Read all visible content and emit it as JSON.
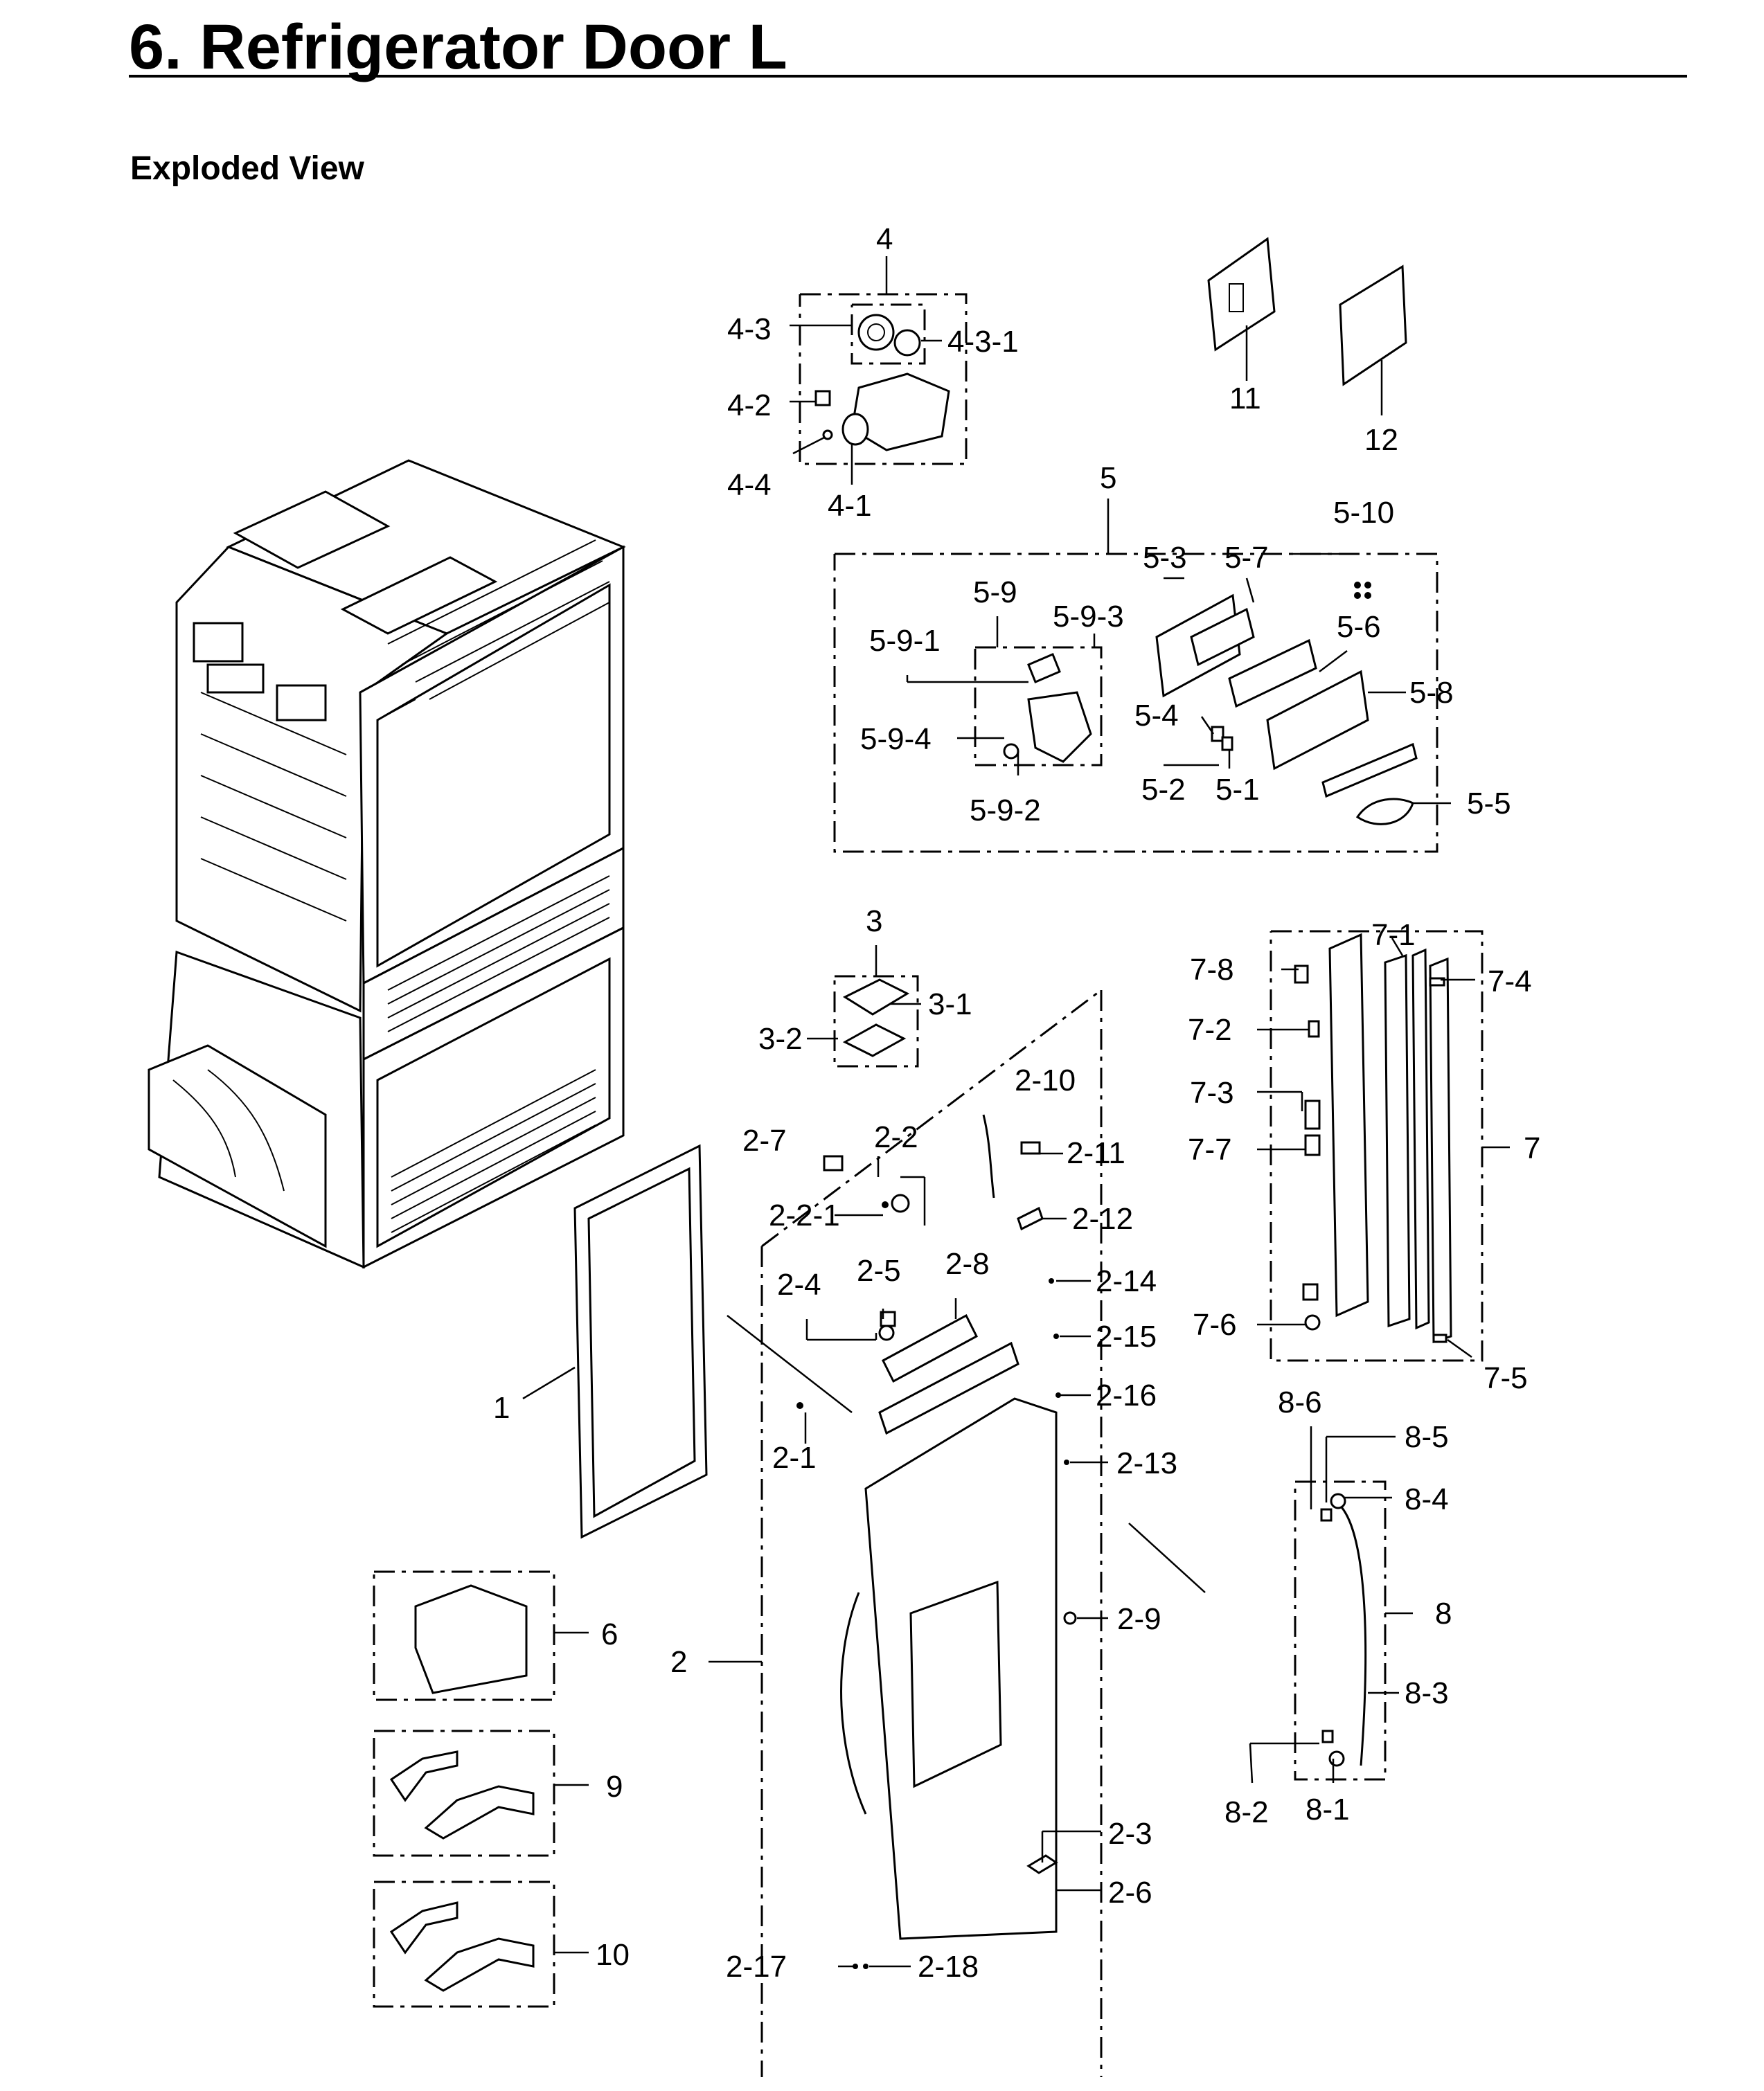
{
  "page": {
    "title": "6.  Refrigerator Door L",
    "section": "Exploded View"
  },
  "parts": {
    "p1": "1",
    "p2": "2",
    "p3": "3",
    "p4": "4",
    "p5": "5",
    "p6": "6",
    "p7": "7",
    "p8": "8",
    "p9": "9",
    "p10": "10",
    "p11": "11",
    "p12": "12",
    "p2_1": "2-1",
    "p2_2": "2-2",
    "p2_2_1": "2-2-1",
    "p2_3": "2-3",
    "p2_4": "2-4",
    "p2_5": "2-5",
    "p2_6": "2-6",
    "p2_7": "2-7",
    "p2_8": "2-8",
    "p2_9": "2-9",
    "p2_10": "2-10",
    "p2_11": "2-11",
    "p2_12": "2-12",
    "p2_13": "2-13",
    "p2_14": "2-14",
    "p2_15": "2-15",
    "p2_16": "2-16",
    "p2_17": "2-17",
    "p2_18": "2-18",
    "p3_1": "3-1",
    "p3_2": "3-2",
    "p4_1": "4-1",
    "p4_2": "4-2",
    "p4_3": "4-3",
    "p4_3_1": "4-3-1",
    "p4_4": "4-4",
    "p5_1": "5-1",
    "p5_2": "5-2",
    "p5_3": "5-3",
    "p5_4": "5-4",
    "p5_5": "5-5",
    "p5_6": "5-6",
    "p5_7": "5-7",
    "p5_8": "5-8",
    "p5_9": "5-9",
    "p5_9_1": "5-9-1",
    "p5_9_2": "5-9-2",
    "p5_9_3": "5-9-3",
    "p5_9_4": "5-9-4",
    "p5_10": "5-10",
    "p7_1": "7-1",
    "p7_2": "7-2",
    "p7_3": "7-3",
    "p7_4": "7-4",
    "p7_5": "7-5",
    "p7_6": "7-6",
    "p7_7": "7-7",
    "p7_8": "7-8",
    "p8_1": "8-1",
    "p8_2": "8-2",
    "p8_3": "8-3",
    "p8_4": "8-4",
    "p8_5": "8-5",
    "p8_6": "8-6"
  }
}
